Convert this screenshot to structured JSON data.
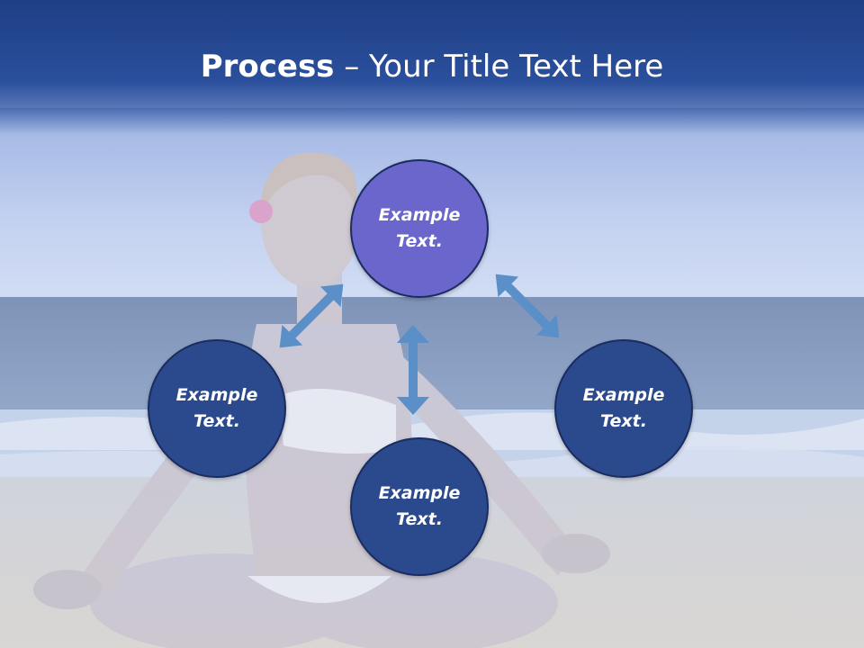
{
  "slide": {
    "title_bold": "Process",
    "title_rest": " – Your Title Text Here",
    "nodes": {
      "top": "Example\nText.",
      "left": "Example\nText.",
      "right": "Example\nText.",
      "bottom": "Example\nText."
    }
  },
  "colors": {
    "title_band": "#1f3f85",
    "node_highlight": "#6a66cc",
    "node_default": "#2b4a8d",
    "arrow": "#5b8fc7"
  }
}
